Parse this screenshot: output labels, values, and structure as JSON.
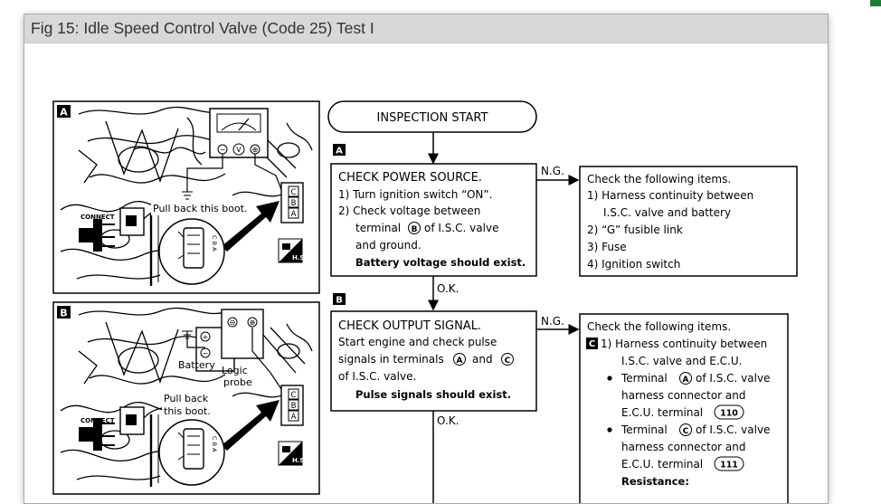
{
  "figure": {
    "title": "Fig 15: Idle Speed Control Valve (Code 25) Test I"
  },
  "panel_a": {
    "letter": "A",
    "connect_label": "CONNECT",
    "boot_label": "Pull back this boot.",
    "gauge_symbol": "V",
    "connector_pins": [
      "C",
      "B",
      "A"
    ],
    "pin_labels_small": "C B A",
    "hs_label": "H.S."
  },
  "panel_b": {
    "letter": "B",
    "connect_label": "CONNECT",
    "battery_label": "Battery",
    "probe_label_1": "Logic",
    "probe_label_2": "probe",
    "boot_label_1": "Pull back",
    "boot_label_2": "this boot.",
    "connector_pins": [
      "C",
      "B",
      "A"
    ],
    "pin_labels_small": "C B A",
    "hs_label": "H.S."
  },
  "flow": {
    "start": "INSPECTION START",
    "step_a_letter": "A",
    "step_b_letter": "B",
    "ng_label": "N.G.",
    "ok_label": "O.K.",
    "power_box": {
      "title": "CHECK POWER SOURCE.",
      "line1": "1) Turn ignition switch “ON”.",
      "line2": "2) Check voltage between",
      "line3_pre": "terminal",
      "line3_circ": "B",
      "line3_post": "of I.S.C. valve",
      "line4": "and ground.",
      "line5": "Battery voltage should exist."
    },
    "power_ng_box": {
      "title": "Check the following items.",
      "line1": "1) Harness continuity between",
      "line2": "I.S.C. valve and battery",
      "line3": "2) “G” fusible link",
      "line4": "3) Fuse",
      "line5": "4) Ignition switch"
    },
    "output_box": {
      "title": "CHECK OUTPUT SIGNAL.",
      "line1": "Start engine and check pulse",
      "line2_pre": "signals in terminals",
      "line2_circ1": "A",
      "line2_mid": "and",
      "line2_circ2": "C",
      "line3": "of I.S.C. valve.",
      "line4": "Pulse signals should exist."
    },
    "output_ng_box": {
      "title": "Check the following items.",
      "badge": "C",
      "line1": "1) Harness continuity between",
      "line2": "I.S.C. valve and E.C.U.",
      "bullet1_pre": "Terminal",
      "bullet1_circ": "A",
      "bullet1_post": "of I.S.C. valve",
      "bullet1_l2": "harness connector and",
      "bullet1_l3": "E.C.U. terminal",
      "bullet1_term": "110",
      "bullet2_pre": "Terminal",
      "bullet2_circ": "C",
      "bullet2_post": "of I.S.C. valve",
      "bullet2_l2": "harness connector and",
      "bullet2_l3": "E.C.U. terminal",
      "bullet2_term": "111",
      "resistance": "Resistance:"
    }
  }
}
